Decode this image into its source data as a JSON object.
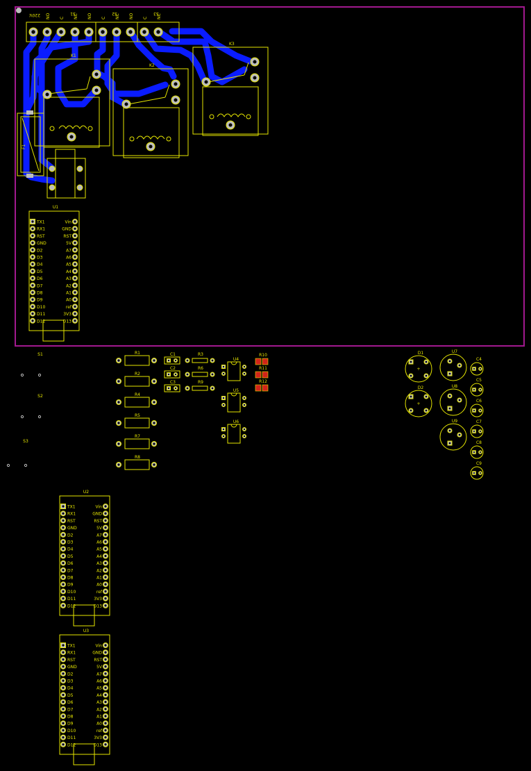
{
  "colors": {
    "background": "#000000",
    "board_outline": "#a2198f",
    "copper_bottom": "#0a1cff",
    "silkscreen": "#e6e600",
    "pad": "#bdbdbd",
    "smd_pad": "#d0241a"
  },
  "terminal_block": {
    "labels": [
      "220V.",
      "NO",
      "C",
      "NC",
      "NO",
      "C",
      "NC",
      "NO",
      "C",
      "NC"
    ],
    "mirrored_labels": [
      "220V.",
      "S1",
      "S2",
      "S3"
    ]
  },
  "relays": [
    {
      "ref": "K1",
      "symbol": "coil-icon"
    },
    {
      "ref": "K2",
      "symbol": "coil-icon"
    },
    {
      "ref": "K3",
      "symbol": "coil-icon"
    }
  ],
  "fuse": {
    "ref": "F1"
  },
  "modules": [
    {
      "ref": "U1"
    },
    {
      "ref": "U2"
    },
    {
      "ref": "U3"
    }
  ],
  "module_pins": {
    "left": [
      "TX1",
      "RX1",
      "RST",
      "GND",
      "D2",
      "D3",
      "D4",
      "D5",
      "D6",
      "D7",
      "D8",
      "D9",
      "D10",
      "D11",
      "D12"
    ],
    "right": [
      "Vin",
      "GND",
      "RST",
      "5V",
      "A7",
      "A6",
      "A5",
      "A4",
      "A3",
      "A2",
      "A1",
      "A0",
      "ref",
      "3V3",
      "D13"
    ]
  },
  "switches": [
    "S1",
    "S2",
    "S3"
  ],
  "resistors_large": [
    "R1",
    "R2",
    "R4",
    "R5",
    "R7",
    "R8"
  ],
  "resistors_small": [
    "R3",
    "R6",
    "R9"
  ],
  "capacitors_small": [
    "C1",
    "C2",
    "C3"
  ],
  "optocouplers": [
    "U4",
    "U5",
    "U6"
  ],
  "smd_resistors": [
    "R10",
    "R11",
    "R12"
  ],
  "bridges": [
    "D1",
    "D2"
  ],
  "regulators": [
    "U7",
    "U8",
    "U9"
  ],
  "electrolytic_caps": [
    "C4",
    "C5",
    "C6",
    "C7",
    "C8",
    "C9"
  ]
}
